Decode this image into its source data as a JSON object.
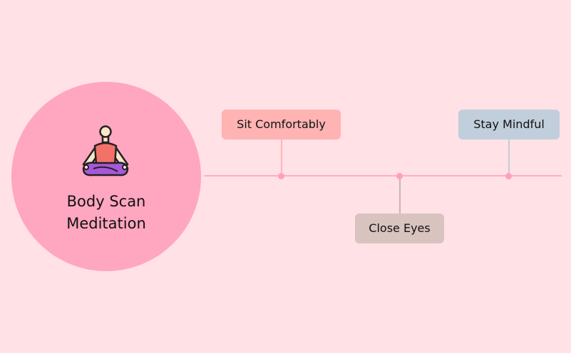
{
  "hub": {
    "icon": "meditation-person-icon",
    "title_line1": "Body Scan",
    "title_line2": "Meditation"
  },
  "steps": [
    {
      "label": "Sit Comfortably",
      "color": "#ffb3b3",
      "stem_color": "#ffb3b3"
    },
    {
      "label": "Close Eyes",
      "color": "#d8c3be",
      "stem_color": "#c8b7b3"
    },
    {
      "label": "Stay Mindful",
      "color": "#c1cedb",
      "stem_color": "#c1cedb"
    }
  ],
  "colors": {
    "background": "#ffe1e6",
    "hub": "#ffa6c1",
    "timeline": "#ffadc6",
    "dot": "#ff9fbf"
  }
}
